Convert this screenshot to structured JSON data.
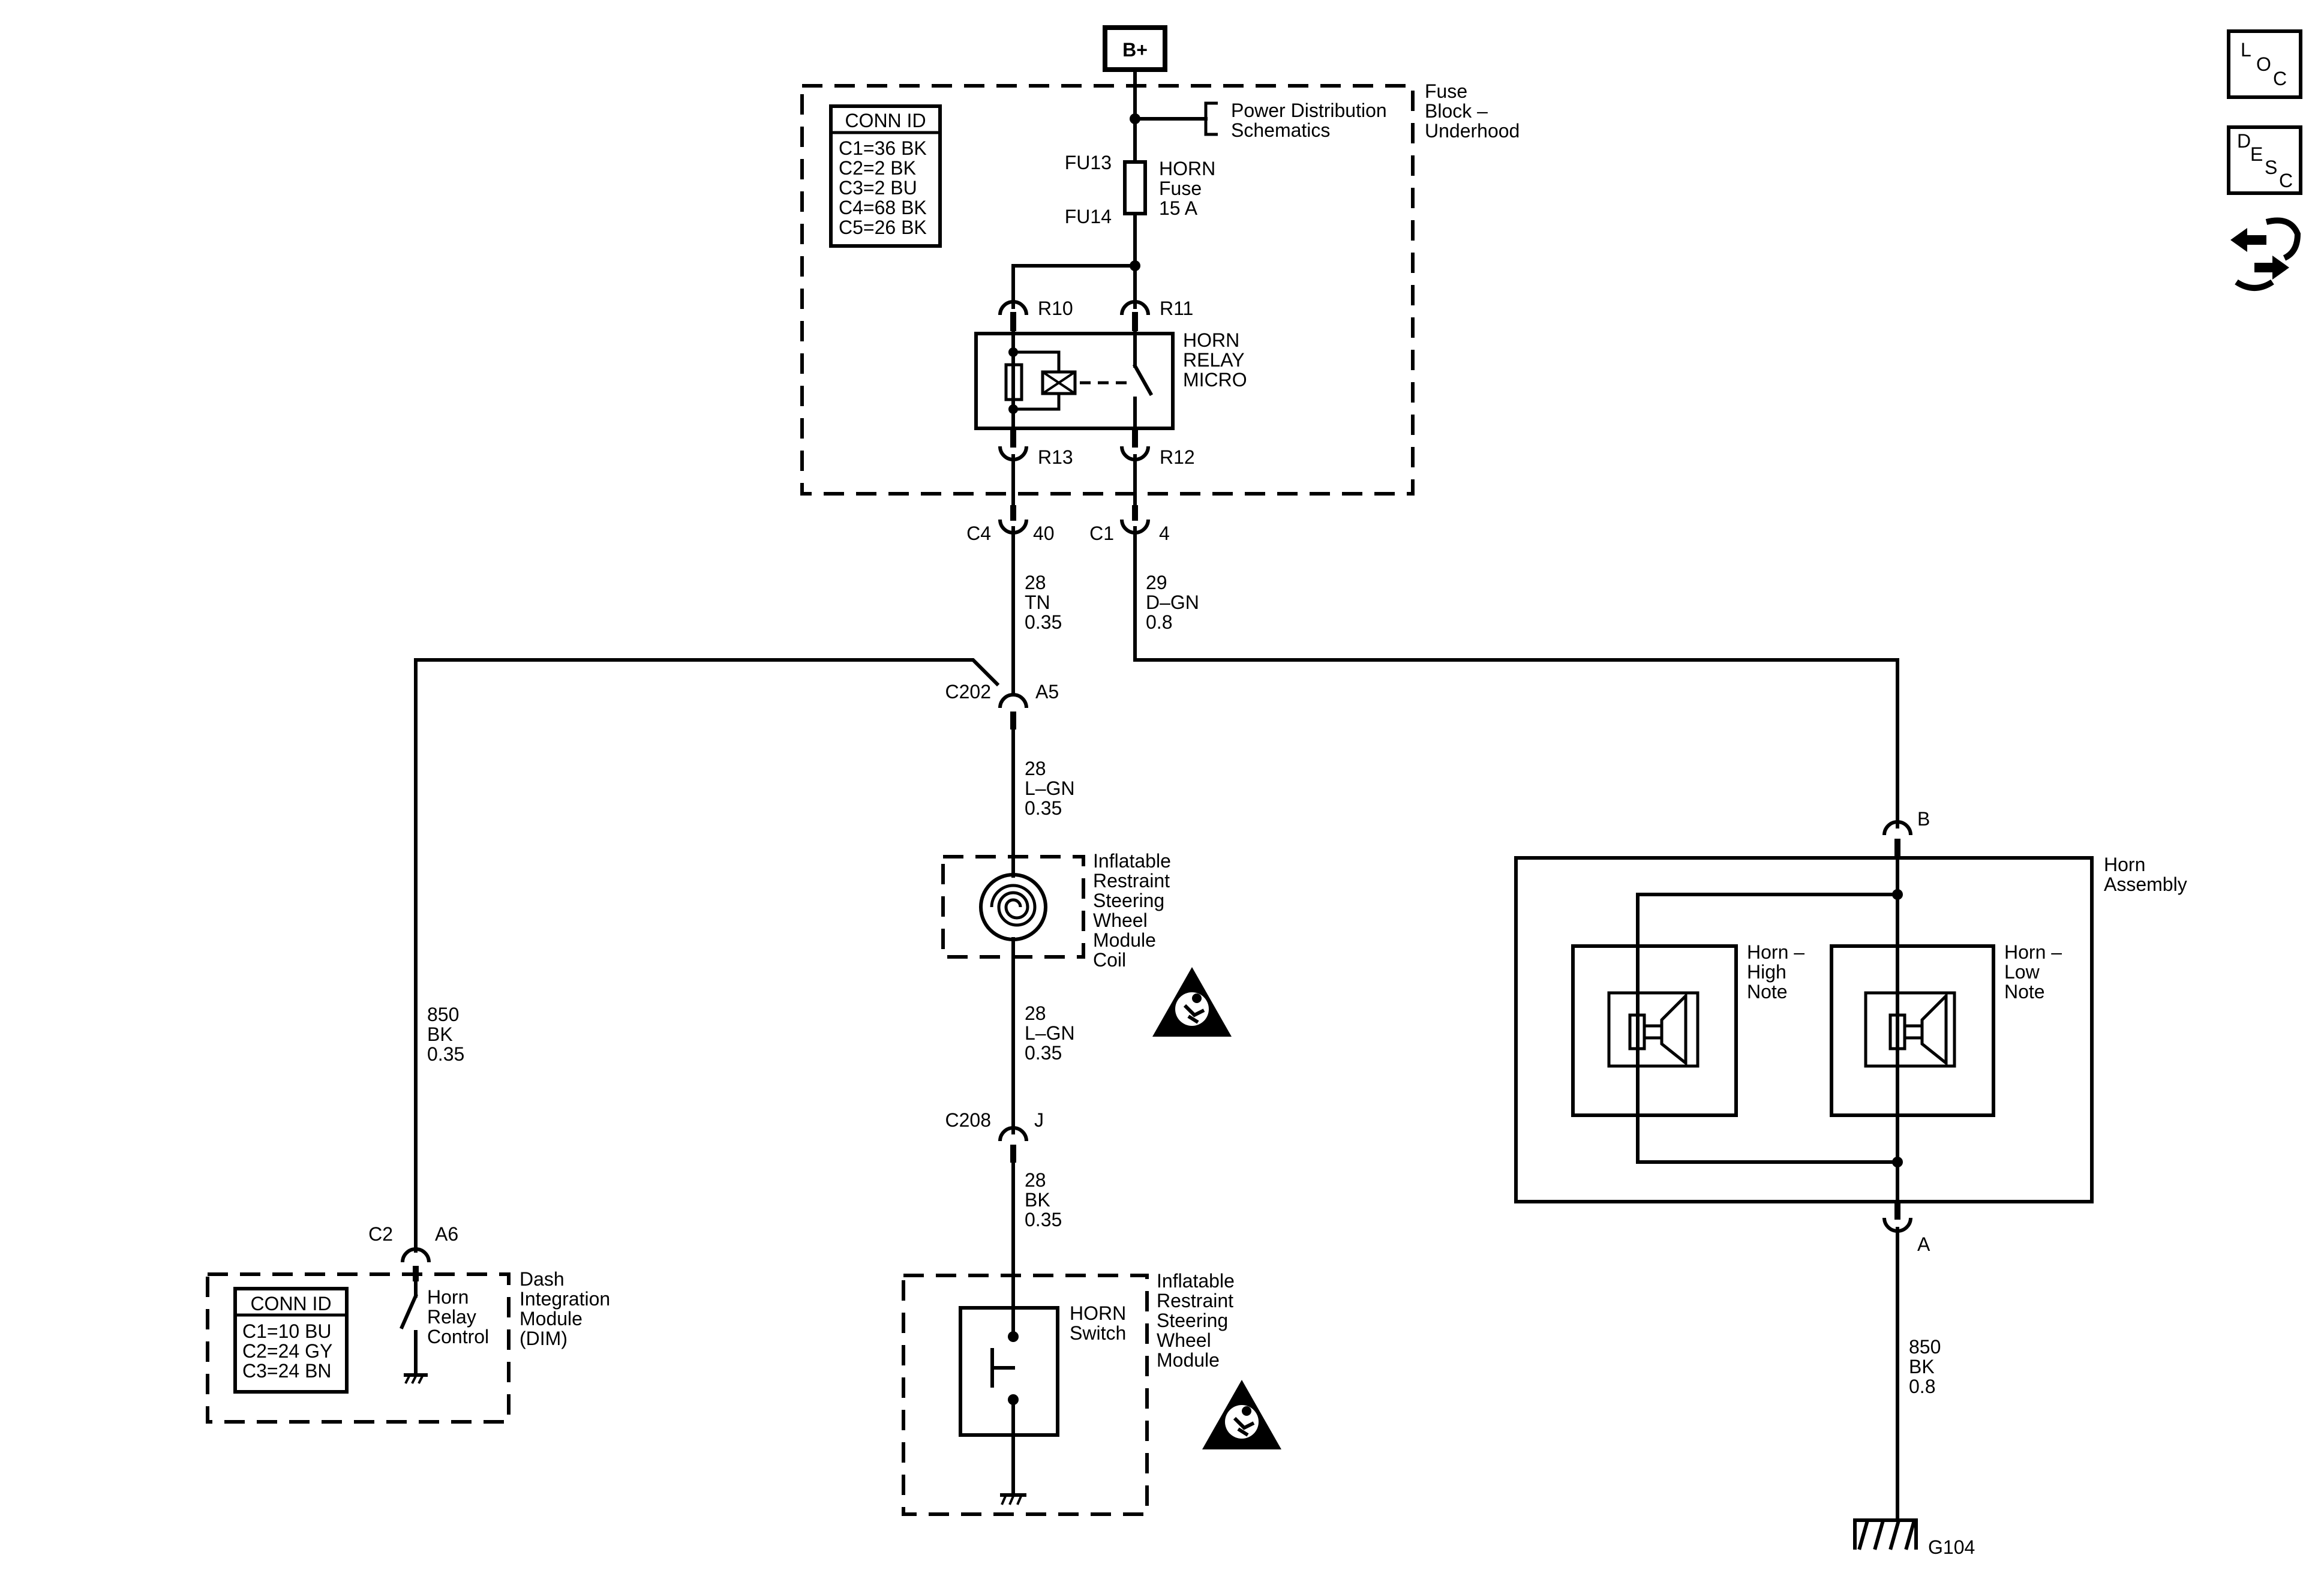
{
  "power": {
    "label": "B+"
  },
  "fuse_block": {
    "title_lines": [
      "Fuse",
      "Block –",
      "Underhood"
    ],
    "power_dist_lines": [
      "Power Distribution",
      "Schematics"
    ],
    "conn_id": {
      "title": "CONN ID",
      "rows": [
        "C1=36 BK",
        "C2=2 BK",
        "C3=2 BU",
        "C4=68 BK",
        "C5=26 BK"
      ]
    },
    "fuse": {
      "top_pin": "FU13",
      "bottom_pin": "FU14",
      "name_lines": [
        "HORN",
        "Fuse",
        "15 A"
      ]
    },
    "relay": {
      "name_lines": [
        "HORN",
        "RELAY",
        "MICRO"
      ],
      "pins": {
        "r10": "R10",
        "r11": "R11",
        "r13": "R13",
        "r12": "R12"
      }
    }
  },
  "connectors": {
    "c4": {
      "id": "C4",
      "pin": "40"
    },
    "c1": {
      "id": "C1",
      "pin": "4"
    },
    "c202": {
      "id": "C202",
      "pin": "A5"
    },
    "c208": {
      "id": "C208",
      "pin": "J"
    },
    "dim_c2": {
      "id": "C2",
      "pin": "A6"
    },
    "horn_b": {
      "pin": "B"
    },
    "horn_a": {
      "pin": "A"
    }
  },
  "wires": {
    "tn": [
      "28",
      "TN",
      "0.35"
    ],
    "dgn": [
      "29",
      "D–GN",
      "0.8"
    ],
    "lgn1": [
      "28",
      "L–GN",
      "0.35"
    ],
    "lgn2": [
      "28",
      "L–GN",
      "0.35"
    ],
    "bk_sw": [
      "28",
      "BK",
      "0.35"
    ],
    "bk_dim": [
      "850",
      "BK",
      "0.35"
    ],
    "bk_gnd": [
      "850",
      "BK",
      "0.8"
    ]
  },
  "coil": {
    "label_lines": [
      "Inflatable",
      "Restraint",
      "Steering",
      "Wheel",
      "Module",
      "Coil"
    ]
  },
  "horn_switch": {
    "switch_lines": [
      "HORN",
      "Switch"
    ],
    "module_lines": [
      "Inflatable",
      "Restraint",
      "Steering",
      "Wheel",
      "Module"
    ]
  },
  "dim": {
    "title_lines": [
      "Dash",
      "Integration",
      "Module",
      "(DIM)"
    ],
    "control_lines": [
      "Horn",
      "Relay",
      "Control"
    ],
    "conn_id": {
      "title": "CONN ID",
      "rows": [
        "C1=10 BU",
        "C2=24 GY",
        "C3=24 BN"
      ]
    }
  },
  "horn_assembly": {
    "title_lines": [
      "Horn",
      "Assembly"
    ],
    "high_lines": [
      "Horn –",
      "High",
      "Note"
    ],
    "low_lines": [
      "Horn –",
      "Low",
      "Note"
    ]
  },
  "ground": {
    "label": "G104"
  },
  "side_icons": {
    "loc": [
      "L",
      "O",
      "C"
    ],
    "desc": [
      "D",
      "E",
      "S",
      "C"
    ],
    "icon": "connector-arrows-icon"
  },
  "airbag_icon": "airbag-warning-icon"
}
